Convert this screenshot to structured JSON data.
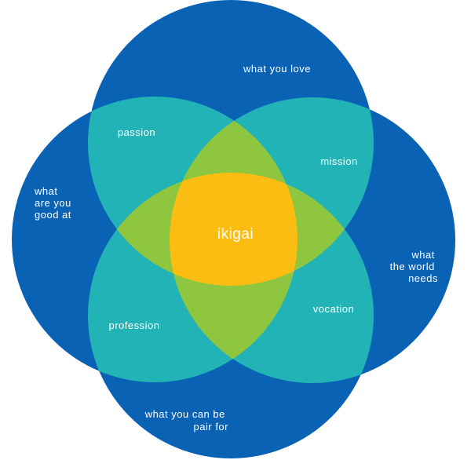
{
  "diagram": {
    "circles": {
      "love": "what you love",
      "good_at": [
        "what",
        "are you",
        "good at"
      ],
      "world_needs": [
        "what",
        "the world",
        "needs"
      ],
      "paid_for": [
        "what you can be",
        "pair for"
      ]
    },
    "intersections": {
      "passion": "passion",
      "mission": "mission",
      "profession": "profession",
      "vocation": "vocation"
    },
    "center": "ikigai"
  },
  "colors": {
    "outer": "#0a62b4",
    "pair": "#22b3b7",
    "triple": "#8ec63f",
    "center": "#fcbd12",
    "text": "#ffffff"
  }
}
